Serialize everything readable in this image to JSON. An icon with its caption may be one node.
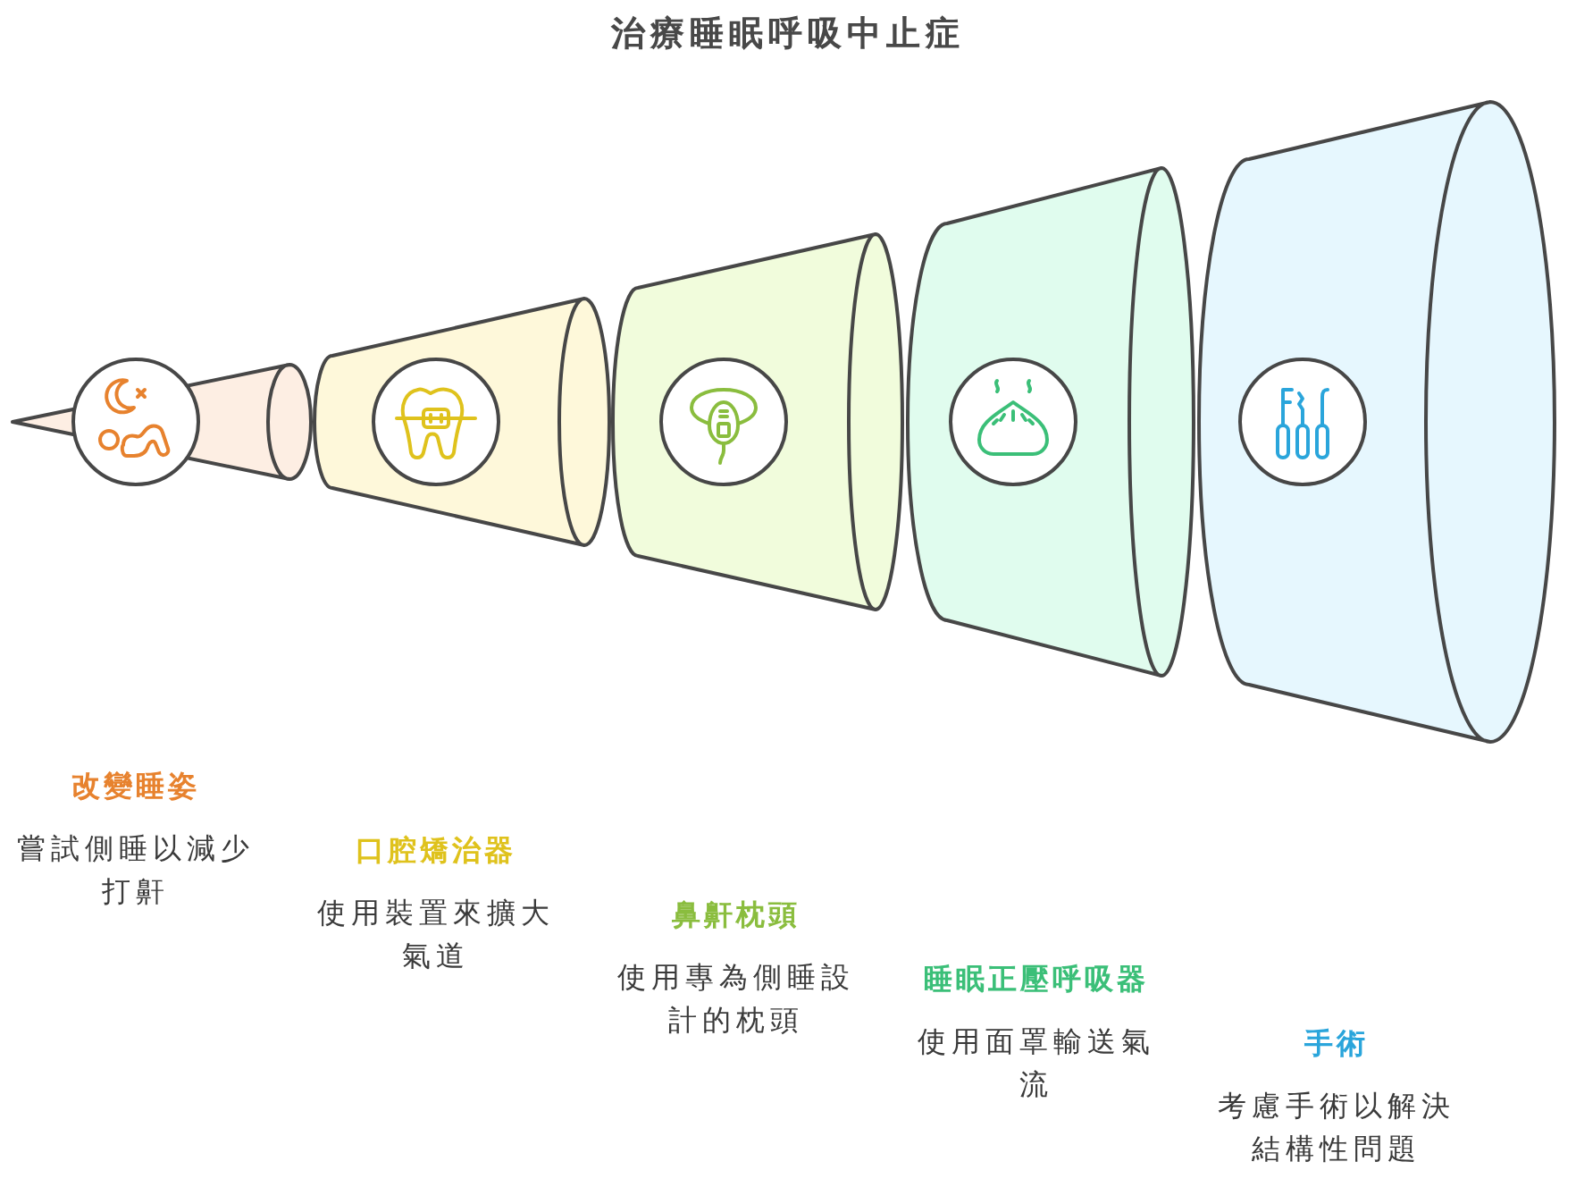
{
  "diagram": {
    "title": "治療睡眠呼吸中止症",
    "nodes": [
      {
        "text": [],
        "shape": "cone",
        "beside": [
          "改變睡姿",
          "嘗試側睡以減少打鼾"
        ]
      },
      {
        "text": [],
        "shape": "cone",
        "beside": [
          "口腔矯治器",
          "使用裝置來擴大氣道"
        ]
      },
      {
        "text": [],
        "shape": "cone",
        "beside": [
          "鼻鼾枕頭",
          "使用專為側睡設計的枕頭"
        ]
      },
      {
        "text": [],
        "shape": "cone",
        "beside": [
          "睡眠正壓呼吸器",
          "使用面罩輸送氣流"
        ]
      },
      {
        "text": [],
        "shape": "cone",
        "beside": [
          "手術",
          "考慮手術以解決結構性問題"
        ]
      }
    ]
  }
}
